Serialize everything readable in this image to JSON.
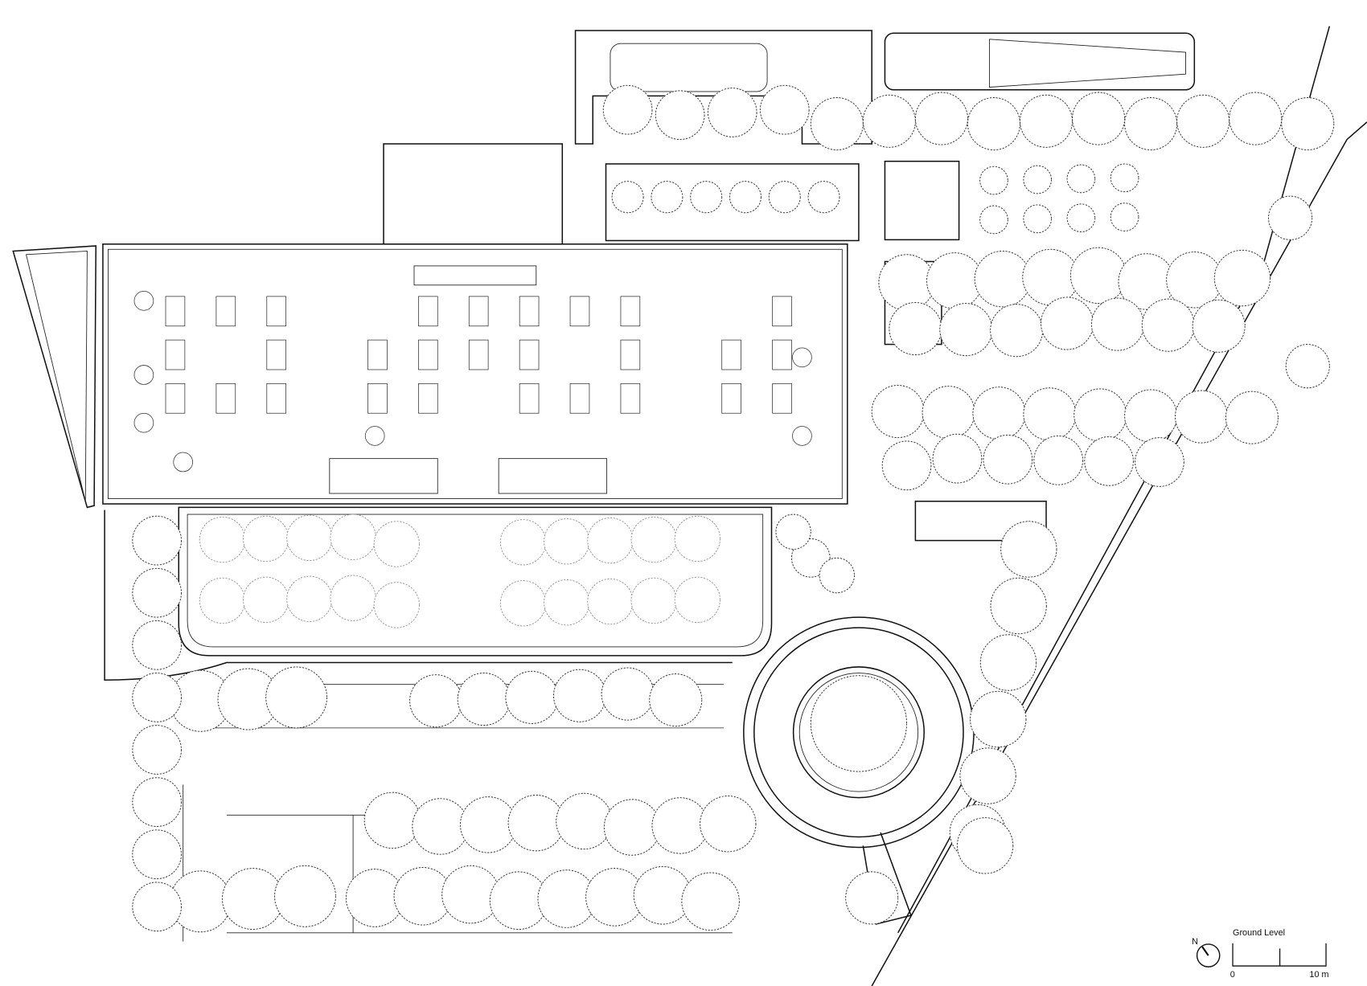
{
  "legend": {
    "title": "Ground Level",
    "north_label": "N",
    "scale_start": "0",
    "scale_end": "10 m"
  }
}
